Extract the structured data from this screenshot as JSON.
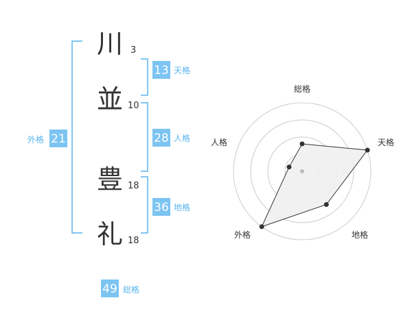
{
  "name": {
    "characters": [
      {
        "char": "川",
        "strokes": "3"
      },
      {
        "char": "並",
        "strokes": "10"
      },
      {
        "char": "豊",
        "strokes": "18"
      },
      {
        "char": "礼",
        "strokes": "18"
      }
    ]
  },
  "fortunes": {
    "tenkaku": {
      "value": "13",
      "label": "天格"
    },
    "jinkaku": {
      "value": "28",
      "label": "人格"
    },
    "chikaku": {
      "value": "36",
      "label": "地格"
    },
    "gaikaku": {
      "value": "21",
      "label": "外格"
    },
    "soukaku": {
      "value": "49",
      "label": "総格"
    }
  },
  "radar": {
    "axes": [
      "総格",
      "天格",
      "地格",
      "外格",
      "人格"
    ],
    "values": [
      0.4,
      1.0,
      0.6,
      1.0,
      0.2
    ],
    "rings": 4
  },
  "colors": {
    "accent": "#5ab4ee",
    "box_fill": "#7cc4f2",
    "text": "#333333",
    "radar_fill": "#f0f0f0",
    "radar_stroke": "#333333",
    "ring": "#cccccc"
  }
}
